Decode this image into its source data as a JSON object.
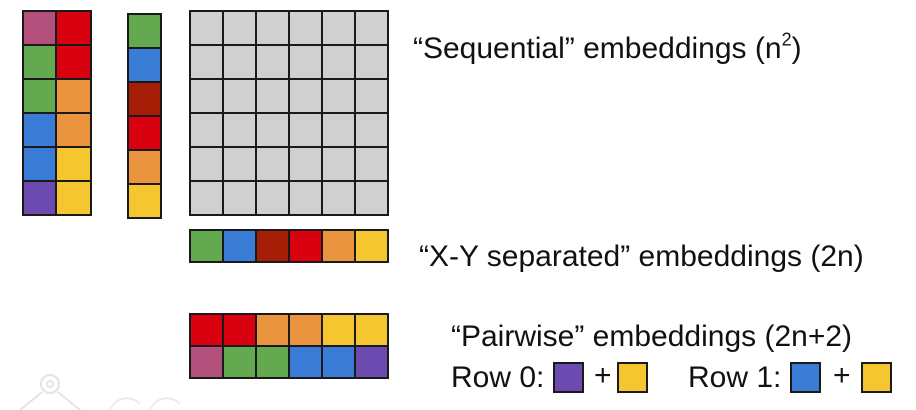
{
  "colors": {
    "mauve": "#b24f7a",
    "red": "#d9000f",
    "green": "#64a94f",
    "orange": "#ea9440",
    "blue": "#3a7bd6",
    "yellow": "#f5c62f",
    "purple": "#6b4bb0",
    "darkred": "#a61e06",
    "gray": "#d0d0d0",
    "outline": "#1a1a1a"
  },
  "left_columns": {
    "col_a": [
      "mauve",
      "green",
      "green",
      "blue",
      "blue",
      "purple"
    ],
    "col_b": [
      "red",
      "red",
      "orange",
      "orange",
      "yellow",
      "yellow"
    ],
    "col_c": [
      "green",
      "blue",
      "darkred",
      "red",
      "orange",
      "yellow"
    ]
  },
  "sequential_grid": {
    "rows": 6,
    "cols": 6,
    "fill": "gray"
  },
  "xy_row": [
    "green",
    "blue",
    "darkred",
    "red",
    "orange",
    "yellow"
  ],
  "pairwise_rows": {
    "top": [
      "red",
      "red",
      "orange",
      "orange",
      "yellow",
      "yellow"
    ],
    "bottom": [
      "mauve",
      "green",
      "green",
      "blue",
      "blue",
      "purple"
    ]
  },
  "labels": {
    "sequential_main": "“Sequential” embeddings (n",
    "sequential_sup": "2",
    "sequential_end": ")",
    "xy": "“X-Y separated” embeddings (2n)",
    "pairwise": "“Pairwise” embeddings (2n+2)",
    "row0": "Row 0:",
    "row1": "Row 1:",
    "plus": "+"
  },
  "row0_swatches": [
    "purple",
    "yellow"
  ],
  "row1_swatches": [
    "blue",
    "yellow"
  ]
}
